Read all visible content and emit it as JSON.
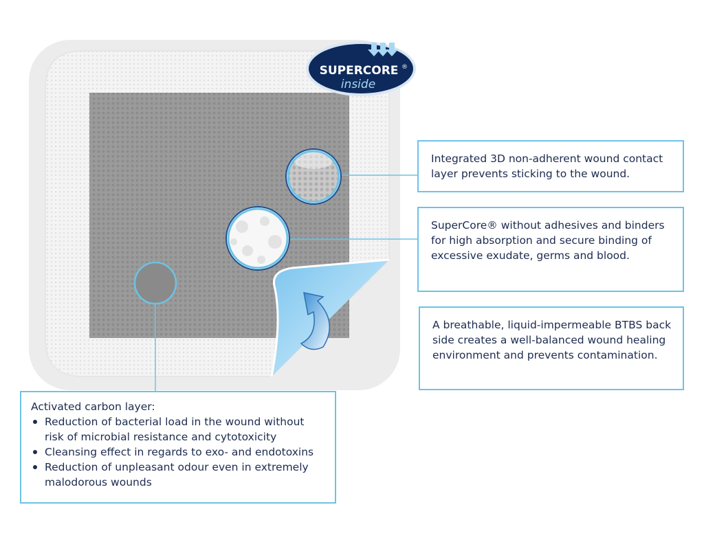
{
  "logo": {
    "brand": "SUPERCORE",
    "reg": "®",
    "tagline": "inside"
  },
  "callouts": {
    "contact_layer": {
      "text": "Integrated 3D non-adherent wound contact layer prevents sticking to the wound."
    },
    "supercore": {
      "text": "SuperCore® without adhesives and binders for high absorption and secure binding of excessive exudate, germs and blood."
    },
    "backside": {
      "text": "A breathable, liquid-impermeable BTBS back side creates a well-balanced wound healing environment and prevents contamination."
    },
    "carbon": {
      "heading": "Activated carbon layer:",
      "bullets": [
        "Reduction of bacterial load in the wound without risk of microbial resistance and cytotoxicity",
        "Cleansing effect in regards to exo- and endotoxins",
        "Reduction of unpleasant odour even in extremely malodorous wounds"
      ]
    }
  },
  "colors": {
    "accent_line": "#6cc3e6",
    "text": "#1d2b4f",
    "logo_navy": "#0e2a5c",
    "core_grey": "#9a9a9a",
    "backing_blue": "#a8d8f3"
  }
}
